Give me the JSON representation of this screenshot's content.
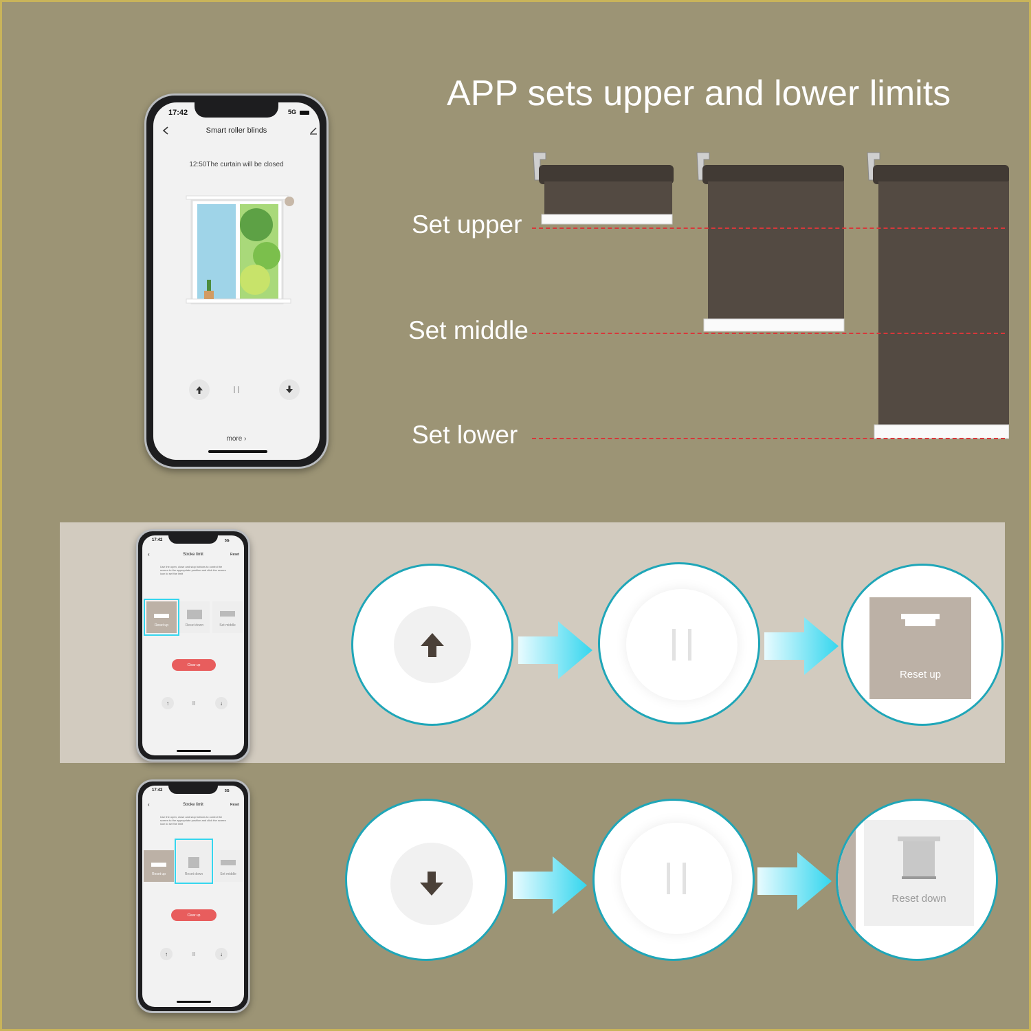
{
  "headline": "APP sets upper and lower limits",
  "limits": {
    "upper": "Set upper",
    "middle": "Set middle",
    "lower": "Set lower"
  },
  "main_phone": {
    "time": "17:42",
    "network": "5G",
    "title": "Smart roller blinds",
    "notice": "12:50The curtain will be closed",
    "more": "more"
  },
  "stroke_phone": {
    "time": "17:42",
    "network": "5G",
    "title": "Stroke limit",
    "reset": "Reset",
    "instructions": "Use the open, close and stop buttons to control the screen to the appropriate position and click the screen icon to set the limit",
    "options": [
      "Reset up",
      "Reset down",
      "Set middle"
    ],
    "clear": "Clear up"
  },
  "steps": {
    "reset_up": "Reset up",
    "reset_down": "Reset down"
  },
  "colors": {
    "background": "#9c9475",
    "accent_teal": "#1fa6b8",
    "arrow_cyan": "#35d6ee",
    "limit_line": "#d8373a",
    "blind_brown": "#534a42",
    "clear_button": "#e85d5d"
  },
  "icons": [
    "back-icon",
    "edit-icon",
    "up-arrow-icon",
    "pause-icon",
    "down-arrow-icon",
    "chevron-right-icon",
    "flow-arrow-icon",
    "blind-icon"
  ]
}
